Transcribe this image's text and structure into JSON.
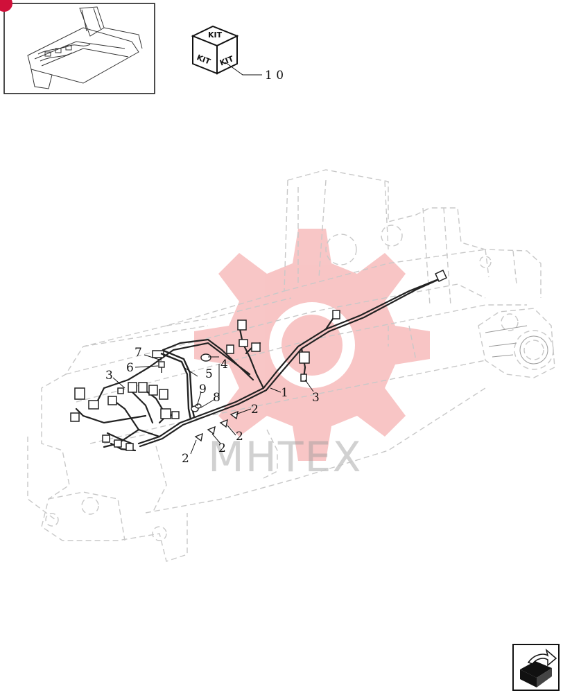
{
  "kit": {
    "face_labels": [
      "KIT",
      "KIT",
      "KIT"
    ],
    "callout": "1 0"
  },
  "watermark": {
    "text": "MHTEX",
    "color": "#f08080"
  },
  "callouts": [
    {
      "id": "c7",
      "text": "7"
    },
    {
      "id": "c6",
      "text": "6"
    },
    {
      "id": "c3a",
      "text": "3"
    },
    {
      "id": "c4",
      "text": "4"
    },
    {
      "id": "c5",
      "text": "5"
    },
    {
      "id": "c9",
      "text": "9"
    },
    {
      "id": "c8",
      "text": "8"
    },
    {
      "id": "c1",
      "text": "1"
    },
    {
      "id": "c3b",
      "text": "3"
    },
    {
      "id": "c2a",
      "text": "2"
    },
    {
      "id": "c2b",
      "text": "2"
    },
    {
      "id": "c2c",
      "text": "2"
    },
    {
      "id": "c2d",
      "text": "2"
    }
  ],
  "icons": {
    "thumbnail": "chassis-thumbnail-icon",
    "kit": "kit-box-icon",
    "nav": "next-page-arrow-icon"
  },
  "colors": {
    "ghost_lines": "#c8c8c8",
    "harness": "#222222",
    "badge": "#d0103a"
  }
}
